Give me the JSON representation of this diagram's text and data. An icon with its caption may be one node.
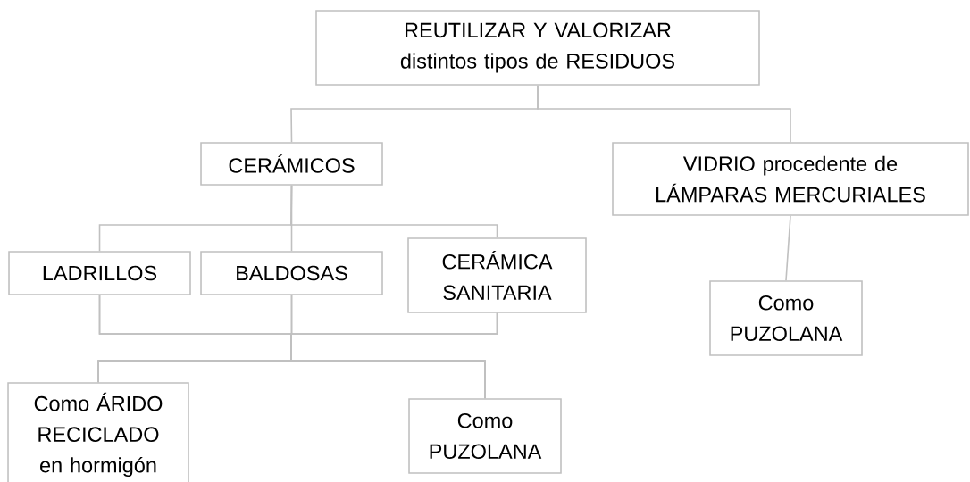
{
  "diagram": {
    "nodes": [
      {
        "text": [
          "REUTILIZAR Y VALORIZAR distintos tipos de RESIDUOS"
        ]
      },
      {
        "text": [
          "CERÁMICOS"
        ]
      },
      {
        "text": [
          "VIDRIO procedente de LÁMPARAS MERCURIALES"
        ]
      },
      {
        "text": [
          "LADRILLOS"
        ]
      },
      {
        "text": [
          "BALDOSAS"
        ]
      },
      {
        "text": [
          "CERÁMICA SANITARIA"
        ]
      },
      {
        "text": [
          "Como PUZOLANA"
        ]
      },
      {
        "text": [
          "Como ÁRIDO RECICLADO en hormigón"
        ]
      },
      {
        "text": [
          "Como PUZOLANA"
        ]
      }
    ],
    "edges": [
      {
        "from": 0,
        "to": 1,
        "arrow": "none"
      },
      {
        "from": 0,
        "to": 2,
        "arrow": "none"
      },
      {
        "from": 1,
        "to": 3,
        "arrow": "none"
      },
      {
        "from": 1,
        "to": 4,
        "arrow": "none"
      },
      {
        "from": 1,
        "to": 5,
        "arrow": "none"
      },
      {
        "from": 2,
        "to": 6,
        "arrow": "none"
      },
      {
        "from": 3,
        "to": 7,
        "arrow": "none"
      },
      {
        "from": 3,
        "to": 8,
        "arrow": "none"
      },
      {
        "from": 4,
        "to": 7,
        "arrow": "none"
      },
      {
        "from": 4,
        "to": 8,
        "arrow": "none"
      },
      {
        "from": 5,
        "to": 7,
        "arrow": "none"
      },
      {
        "from": 5,
        "to": 8,
        "arrow": "none"
      }
    ]
  }
}
